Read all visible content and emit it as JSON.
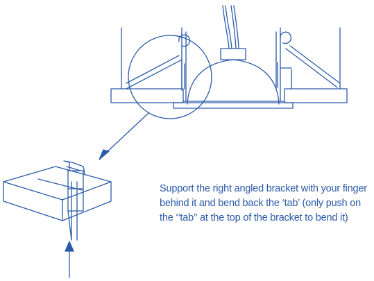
{
  "instruction": {
    "text": "Support the right angled bracket with your finger behind it and bend back the ‘tab’ (only push on the ‘’tab’’ at the top of the bracket to bend it)"
  },
  "colors": {
    "line": "#2a5aa8",
    "background": "#ffffff"
  },
  "icons": [
    "downlight-fixture-drawing",
    "zoom-circle",
    "pointer-arrow",
    "bracket-tab-detail",
    "push-arrow"
  ]
}
